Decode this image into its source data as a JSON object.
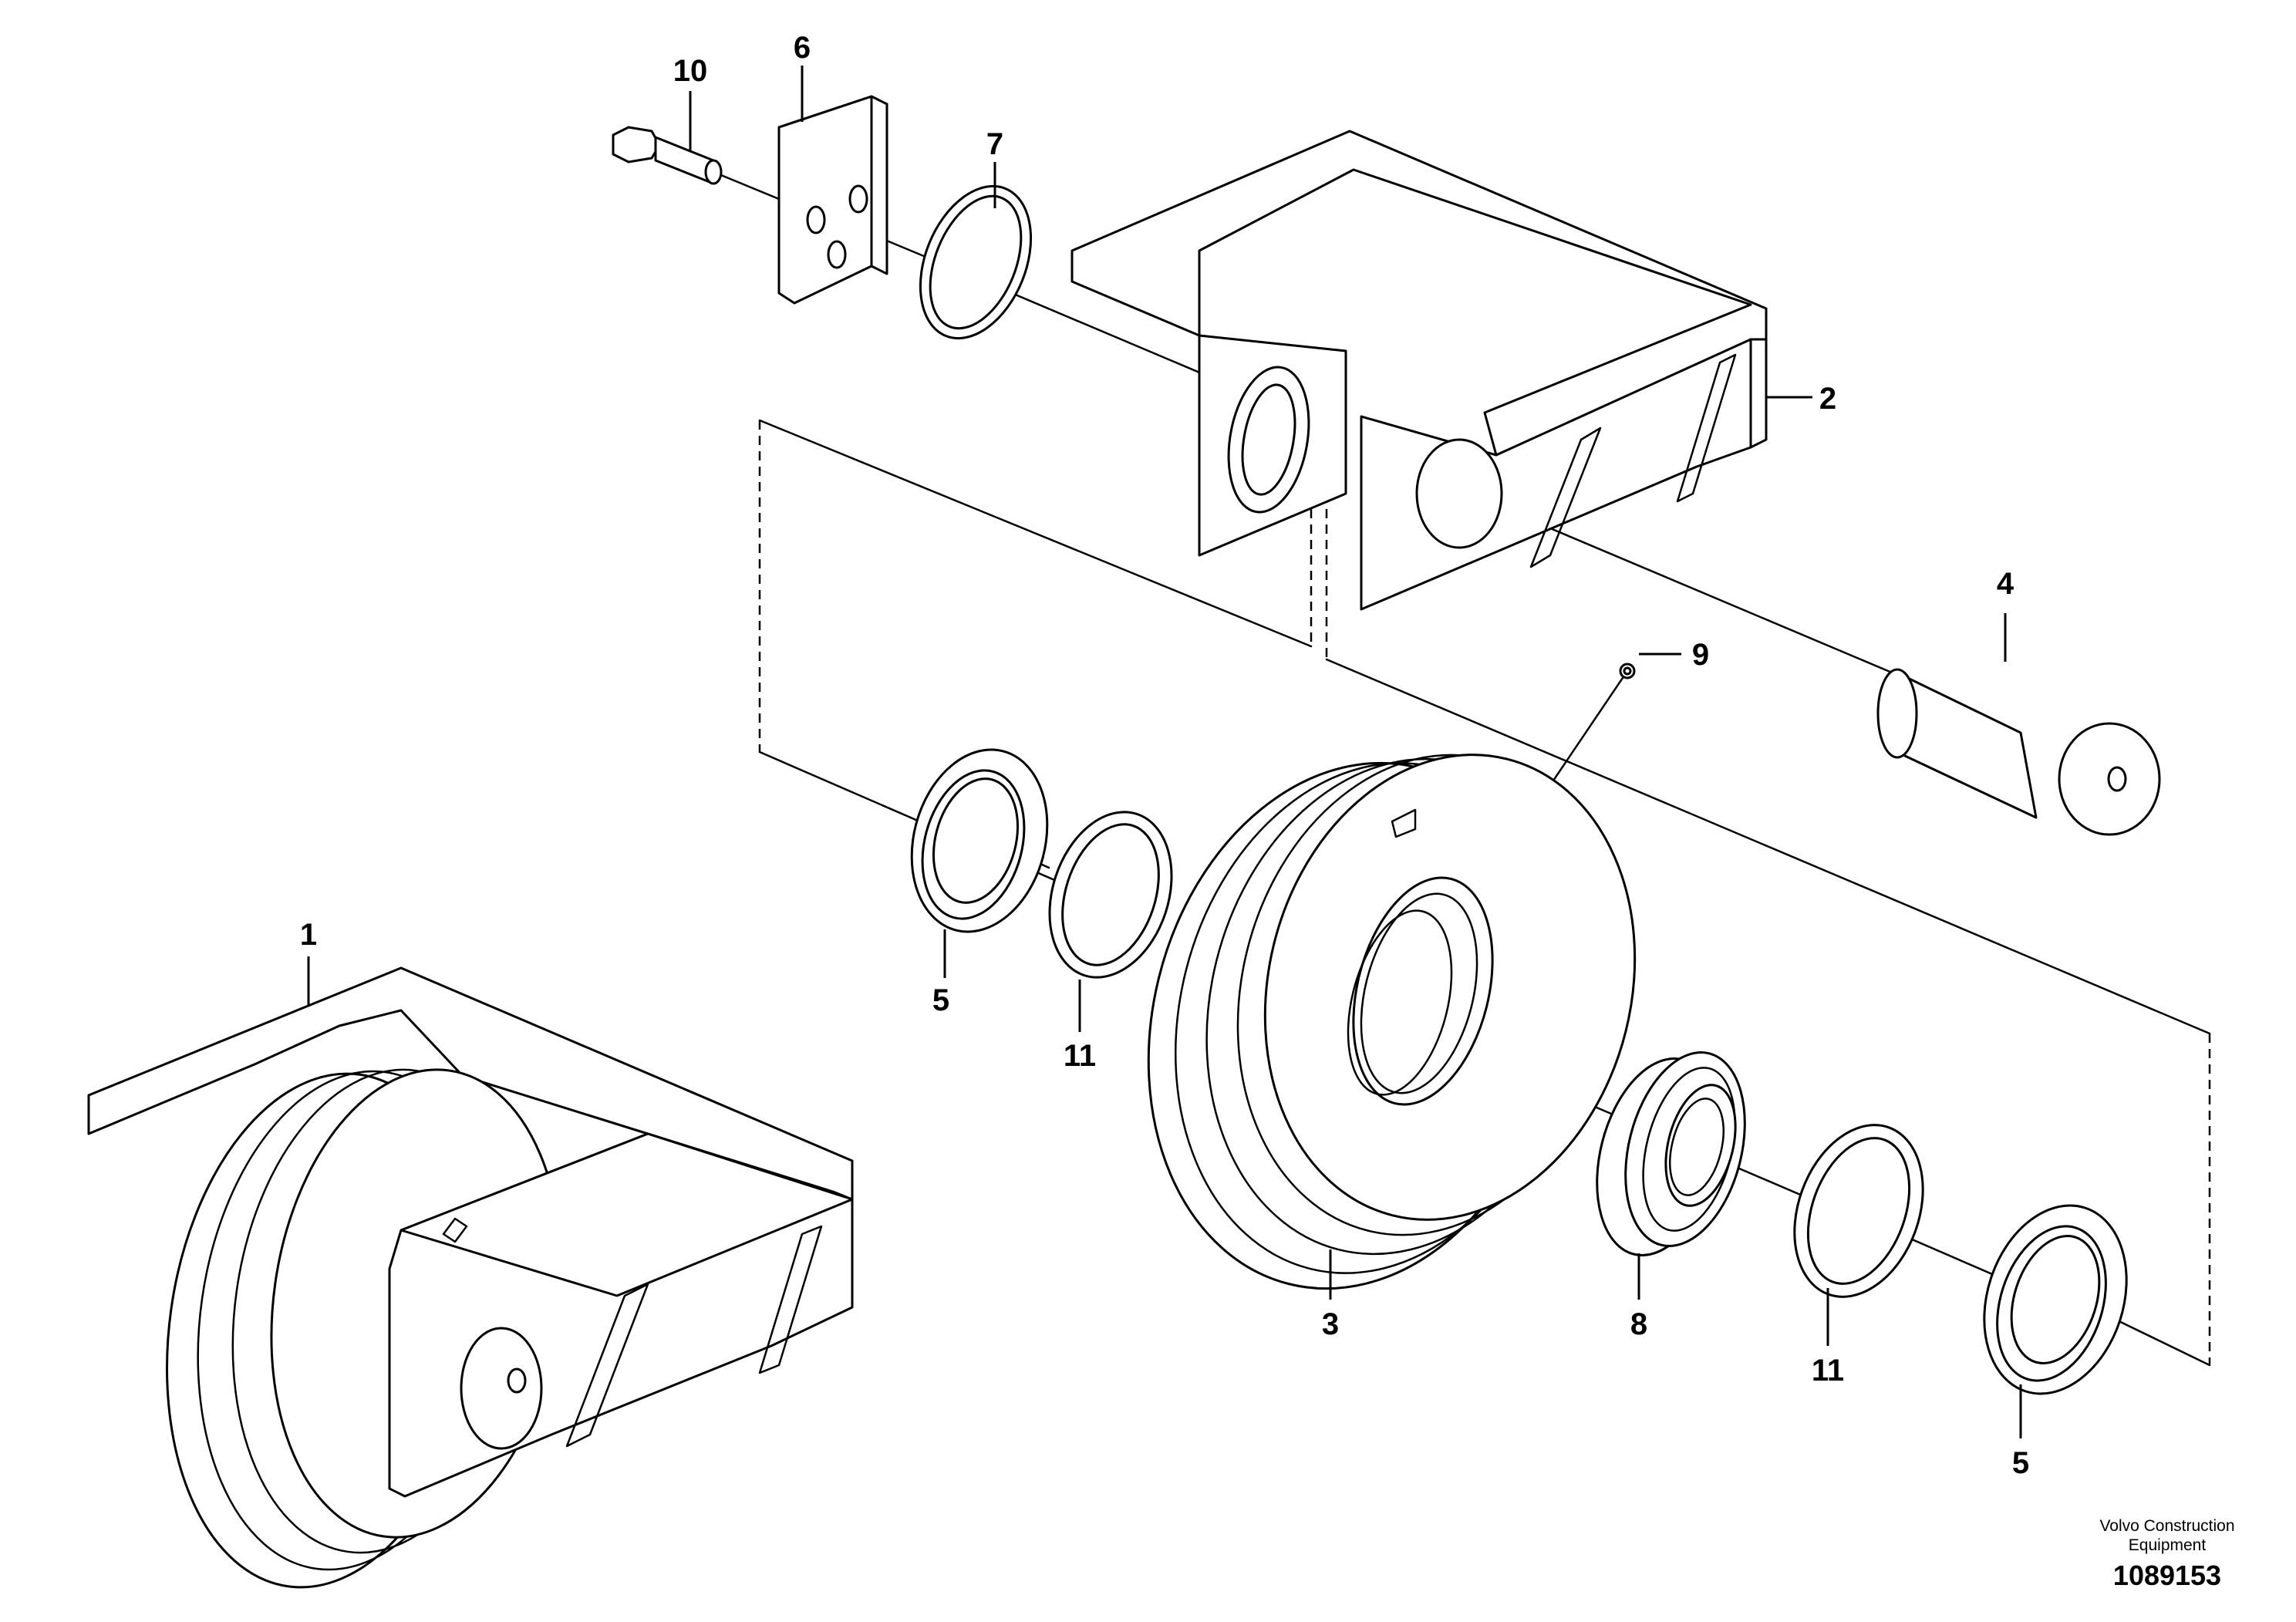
{
  "callouts": {
    "c1": "1",
    "c2": "2",
    "c3": "3",
    "c4": "4",
    "c5a": "5",
    "c5b": "5",
    "c6": "6",
    "c7": "7",
    "c8": "8",
    "c9": "9",
    "c10": "10",
    "c11a": "11",
    "c11b": "11"
  },
  "footer": {
    "brand_line1": "Volvo Construction",
    "brand_line2": "Equipment",
    "reference": "1089153"
  }
}
